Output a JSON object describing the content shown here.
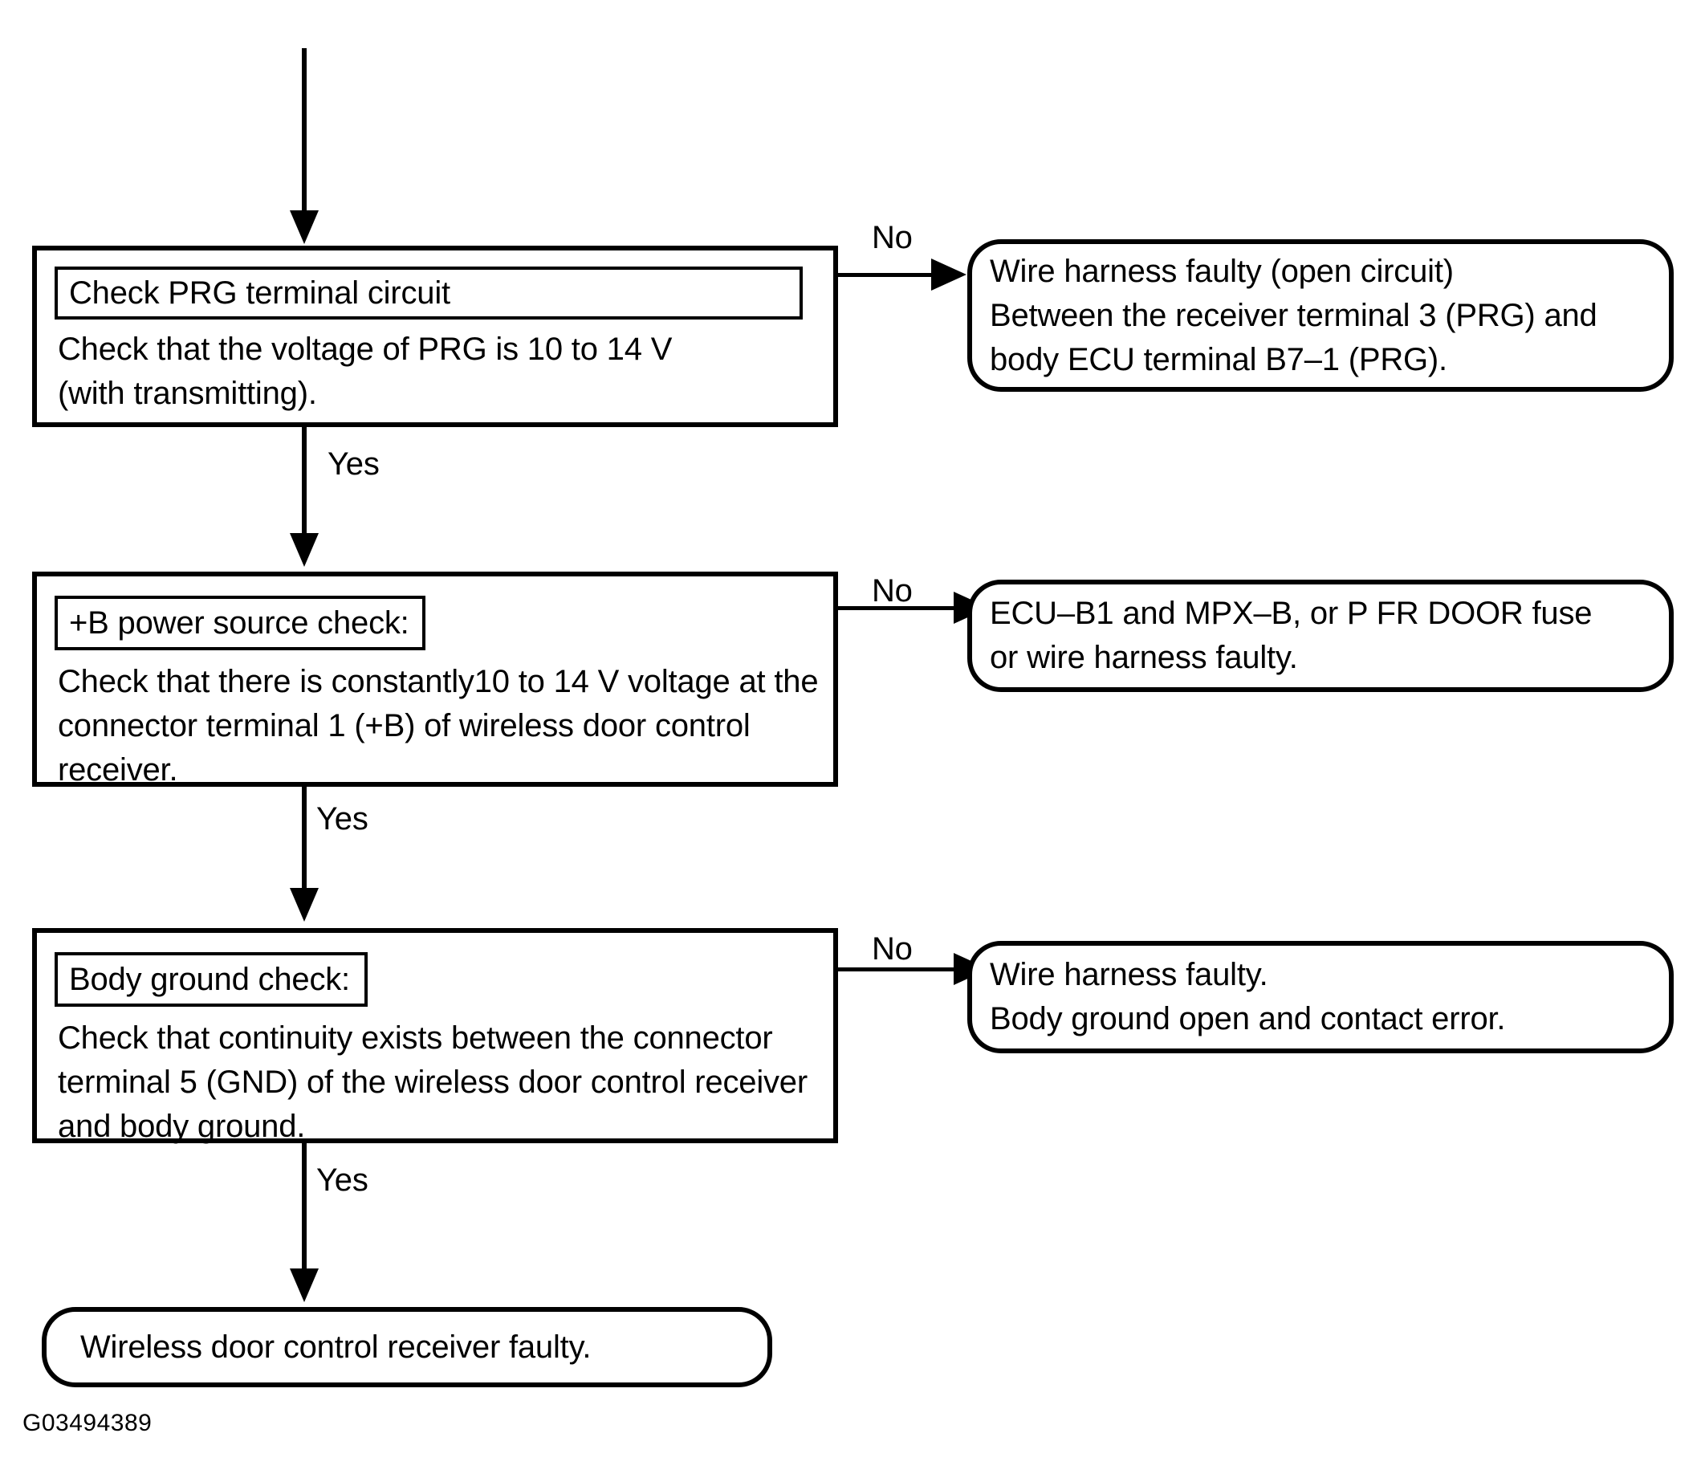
{
  "diagram": {
    "type": "troubleshooting-flowchart",
    "figure_id": "G03494389",
    "edge_labels": {
      "yes": "Yes",
      "no": "No"
    },
    "steps": [
      {
        "id": "check-prg-terminal-circuit",
        "header": "Check PRG terminal circuit",
        "body": "Check that the voltage of PRG is 10 to 14 V\n(with transmitting).",
        "no_result": "Wire harness faulty (open circuit)\nBetween the receiver terminal 3 (PRG) and\nbody ECU terminal B7–1 (PRG).",
        "yes_label": "Yes",
        "no_label": "No"
      },
      {
        "id": "b-power-source-check",
        "header": "+B power source check:",
        "body": "Check that there is constantly10 to 14 V voltage at the\nconnector terminal 1 (+B) of wireless door control\nreceiver.",
        "no_result": "ECU–B1 and MPX–B, or P FR DOOR fuse\nor wire harness faulty.",
        "yes_label": "Yes",
        "no_label": "No"
      },
      {
        "id": "body-ground-check",
        "header": "Body ground check:",
        "body": "Check that continuity exists between the connector\nterminal 5 (GND) of the wireless door control receiver\nand body ground.",
        "no_result": "Wire harness faulty.\nBody ground open and contact error.",
        "yes_label": "Yes",
        "no_label": "No"
      }
    ],
    "terminal": {
      "id": "wireless-door-control-receiver-faulty",
      "text": "Wireless door control receiver faulty."
    },
    "colors": {
      "stroke": "#000000",
      "background": "#ffffff",
      "text": "#000000"
    }
  }
}
